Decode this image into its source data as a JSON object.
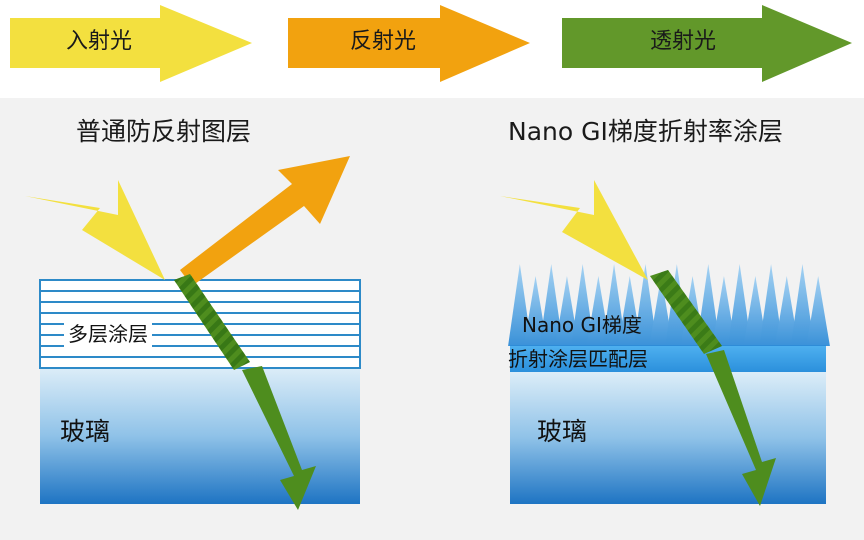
{
  "legend": {
    "incident": "入射光",
    "reflected": "反射光",
    "transmitted": "透射光"
  },
  "left_panel": {
    "title": "普通防反射图层",
    "coating_label": "多层涂层",
    "glass_label": "玻璃"
  },
  "right_panel": {
    "title": "Nano GI梯度折射率涂层",
    "coating_label_line1": "Nano GI梯度",
    "coating_label_line2": "折射涂层匹配层",
    "glass_label": "玻璃"
  },
  "colors": {
    "incident": "#f3e03f",
    "reflected": "#f2a20f",
    "transmitted": "#4e8d1e",
    "glass_top": "#ddeef8",
    "glass_bottom": "#1e78c6",
    "coating_line": "#2d8ac8",
    "nano_spike": "#3f9adf",
    "background": "#f2f2f2"
  }
}
